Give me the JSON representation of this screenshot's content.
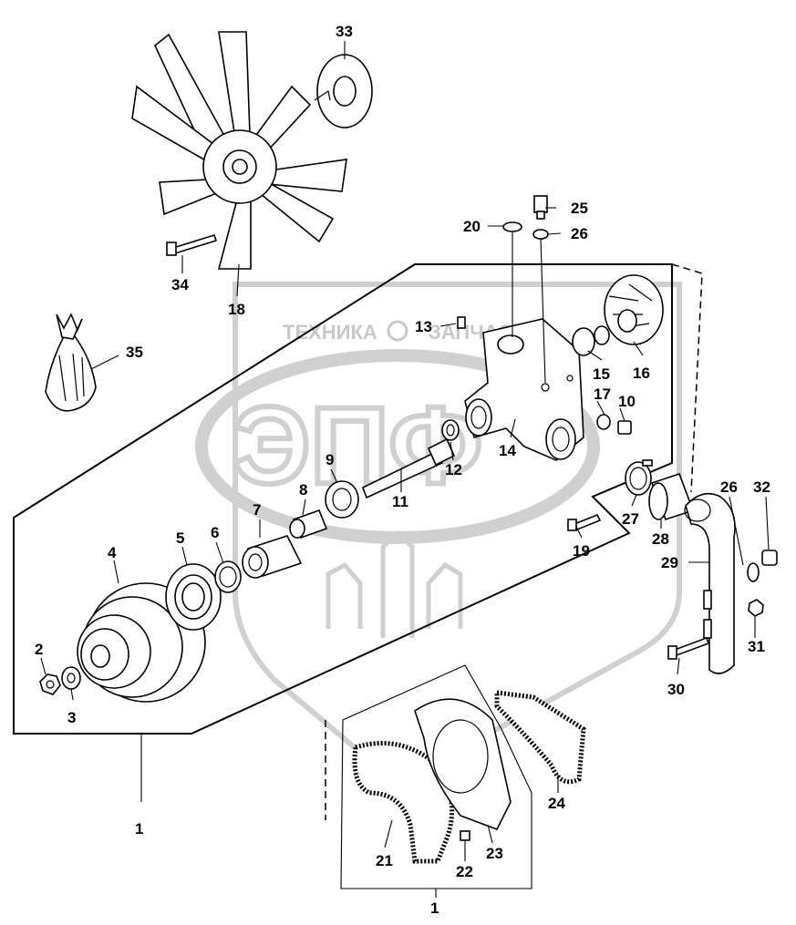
{
  "watermark": {
    "text_left": "ТЕХНИКА",
    "text_right": "ЗАПЧАСТИ",
    "logo": "ЭПФ",
    "color": "#c8c8c8"
  },
  "callouts": [
    "1",
    "2",
    "3",
    "4",
    "5",
    "6",
    "7",
    "8",
    "9",
    "10",
    "11",
    "12",
    "13",
    "14",
    "15",
    "16",
    "17",
    "18",
    "19",
    "20",
    "21",
    "22",
    "23",
    "24",
    "25",
    "26",
    "27",
    "28",
    "29",
    "30",
    "31",
    "32",
    "33",
    "34",
    "35"
  ],
  "assembly_label": "1",
  "gasket_kit_label": "1",
  "second_26_label": "26"
}
